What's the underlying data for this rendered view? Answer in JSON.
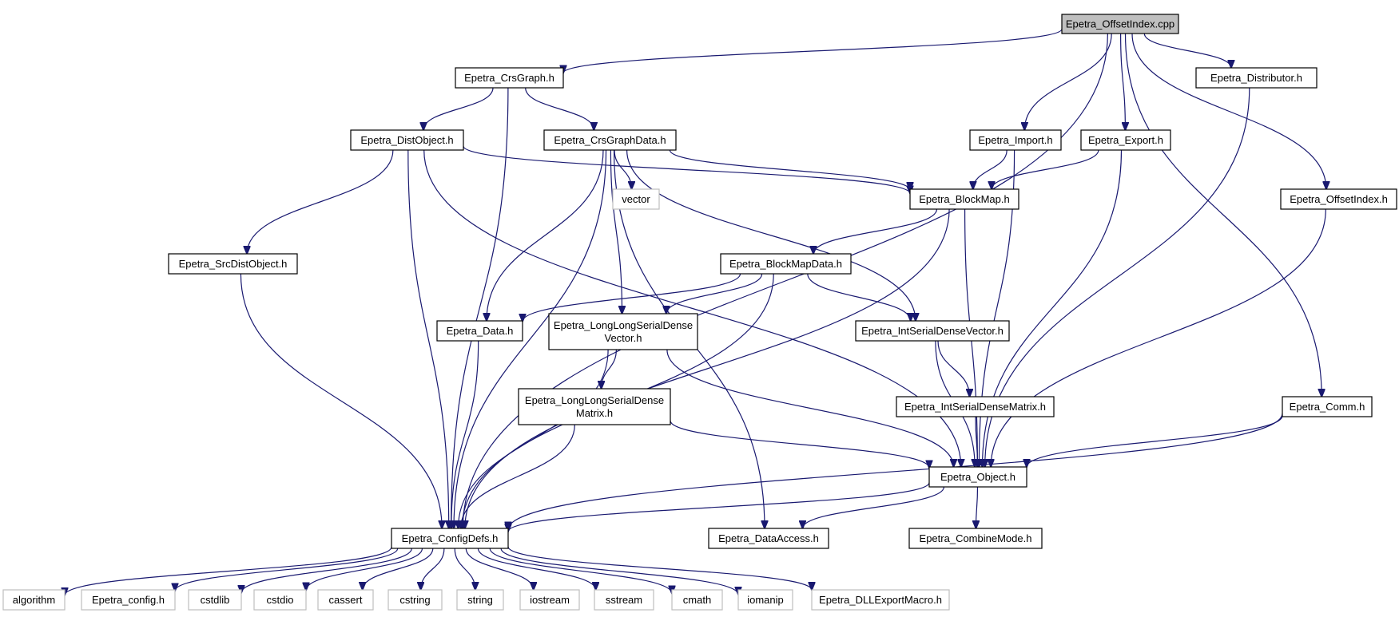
{
  "graph": {
    "title": "Epetra_OffsetIndex.cpp include dependency graph",
    "colors": {
      "edge": "#191970",
      "node_border": "#000000",
      "external_border": "#bfbfbf",
      "root_fill": "#bfbfbf"
    },
    "nodes": [
      {
        "id": "root",
        "lines": [
          "Epetra_OffsetIndex.cpp"
        ]
      },
      {
        "id": "crsgraph",
        "lines": [
          "Epetra_CrsGraph.h"
        ]
      },
      {
        "id": "distributor",
        "lines": [
          "Epetra_Distributor.h"
        ]
      },
      {
        "id": "distobject",
        "lines": [
          "Epetra_DistObject.h"
        ]
      },
      {
        "id": "crsgraphdata",
        "lines": [
          "Epetra_CrsGraphData.h"
        ]
      },
      {
        "id": "import",
        "lines": [
          "Epetra_Import.h"
        ]
      },
      {
        "id": "export",
        "lines": [
          "Epetra_Export.h"
        ]
      },
      {
        "id": "vector",
        "lines": [
          "vector"
        ],
        "external": true
      },
      {
        "id": "blockmap",
        "lines": [
          "Epetra_BlockMap.h"
        ]
      },
      {
        "id": "offsetindex",
        "lines": [
          "Epetra_OffsetIndex.h"
        ]
      },
      {
        "id": "srcdistobject",
        "lines": [
          "Epetra_SrcDistObject.h"
        ]
      },
      {
        "id": "blockmapdata",
        "lines": [
          "Epetra_BlockMapData.h"
        ]
      },
      {
        "id": "data",
        "lines": [
          "Epetra_Data.h"
        ]
      },
      {
        "id": "llsdvector",
        "lines": [
          "Epetra_LongLongSerialDense",
          "Vector.h"
        ]
      },
      {
        "id": "intsdvector",
        "lines": [
          "Epetra_IntSerialDenseVector.h"
        ]
      },
      {
        "id": "llsdmatrix",
        "lines": [
          "Epetra_LongLongSerialDense",
          "Matrix.h"
        ]
      },
      {
        "id": "intsdmatrix",
        "lines": [
          "Epetra_IntSerialDenseMatrix.h"
        ]
      },
      {
        "id": "comm",
        "lines": [
          "Epetra_Comm.h"
        ]
      },
      {
        "id": "object",
        "lines": [
          "Epetra_Object.h"
        ]
      },
      {
        "id": "configdefs",
        "lines": [
          "Epetra_ConfigDefs.h"
        ]
      },
      {
        "id": "dataaccess",
        "lines": [
          "Epetra_DataAccess.h"
        ]
      },
      {
        "id": "combinemode",
        "lines": [
          "Epetra_CombineMode.h"
        ]
      },
      {
        "id": "algorithm",
        "lines": [
          "algorithm"
        ],
        "external": true
      },
      {
        "id": "epetra_config",
        "lines": [
          "Epetra_config.h"
        ],
        "external": true
      },
      {
        "id": "cstdlib",
        "lines": [
          "cstdlib"
        ],
        "external": true
      },
      {
        "id": "cstdio",
        "lines": [
          "cstdio"
        ],
        "external": true
      },
      {
        "id": "cassert",
        "lines": [
          "cassert"
        ],
        "external": true
      },
      {
        "id": "cstring",
        "lines": [
          "cstring"
        ],
        "external": true
      },
      {
        "id": "string",
        "lines": [
          "string"
        ],
        "external": true
      },
      {
        "id": "iostream",
        "lines": [
          "iostream"
        ],
        "external": true
      },
      {
        "id": "sstream",
        "lines": [
          "sstream"
        ],
        "external": true
      },
      {
        "id": "cmath",
        "lines": [
          "cmath"
        ],
        "external": true
      },
      {
        "id": "iomanip",
        "lines": [
          "iomanip"
        ],
        "external": true
      },
      {
        "id": "dllexport",
        "lines": [
          "Epetra_DLLExportMacro.h"
        ],
        "external": true
      }
    ],
    "edges": [
      [
        "root",
        "crsgraph"
      ],
      [
        "root",
        "distributor"
      ],
      [
        "root",
        "import"
      ],
      [
        "root",
        "export"
      ],
      [
        "root",
        "offsetindex"
      ],
      [
        "root",
        "comm"
      ],
      [
        "root",
        "configdefs"
      ],
      [
        "crsgraph",
        "distobject"
      ],
      [
        "crsgraph",
        "crsgraphdata"
      ],
      [
        "crsgraph",
        "configdefs"
      ],
      [
        "distobject",
        "blockmap"
      ],
      [
        "distobject",
        "srcdistobject"
      ],
      [
        "distobject",
        "configdefs"
      ],
      [
        "distobject",
        "object"
      ],
      [
        "crsgraphdata",
        "vector"
      ],
      [
        "crsgraphdata",
        "blockmap"
      ],
      [
        "crsgraphdata",
        "data"
      ],
      [
        "crsgraphdata",
        "llsdvector"
      ],
      [
        "crsgraphdata",
        "intsdvector"
      ],
      [
        "crsgraphdata",
        "dataaccess"
      ],
      [
        "crsgraphdata",
        "configdefs"
      ],
      [
        "import",
        "blockmap"
      ],
      [
        "import",
        "object"
      ],
      [
        "export",
        "blockmap"
      ],
      [
        "export",
        "object"
      ],
      [
        "distributor",
        "object"
      ],
      [
        "offsetindex",
        "object"
      ],
      [
        "blockmap",
        "blockmapdata"
      ],
      [
        "blockmap",
        "object"
      ],
      [
        "blockmap",
        "configdefs"
      ],
      [
        "srcdistobject",
        "configdefs"
      ],
      [
        "blockmapdata",
        "data"
      ],
      [
        "blockmapdata",
        "llsdvector"
      ],
      [
        "blockmapdata",
        "intsdvector"
      ],
      [
        "blockmapdata",
        "configdefs"
      ],
      [
        "data",
        "configdefs"
      ],
      [
        "llsdvector",
        "llsdmatrix"
      ],
      [
        "llsdvector",
        "object"
      ],
      [
        "llsdvector",
        "configdefs"
      ],
      [
        "intsdvector",
        "intsdmatrix"
      ],
      [
        "intsdvector",
        "object"
      ],
      [
        "llsdmatrix",
        "object"
      ],
      [
        "llsdmatrix",
        "configdefs"
      ],
      [
        "intsdmatrix",
        "object"
      ],
      [
        "comm",
        "object"
      ],
      [
        "comm",
        "configdefs"
      ],
      [
        "object",
        "configdefs"
      ],
      [
        "object",
        "dataaccess"
      ],
      [
        "object",
        "combinemode"
      ],
      [
        "configdefs",
        "algorithm"
      ],
      [
        "configdefs",
        "epetra_config"
      ],
      [
        "configdefs",
        "cstdlib"
      ],
      [
        "configdefs",
        "cstdio"
      ],
      [
        "configdefs",
        "cassert"
      ],
      [
        "configdefs",
        "cstring"
      ],
      [
        "configdefs",
        "string"
      ],
      [
        "configdefs",
        "iostream"
      ],
      [
        "configdefs",
        "sstream"
      ],
      [
        "configdefs",
        "cmath"
      ],
      [
        "configdefs",
        "iomanip"
      ],
      [
        "configdefs",
        "dllexport"
      ]
    ]
  }
}
